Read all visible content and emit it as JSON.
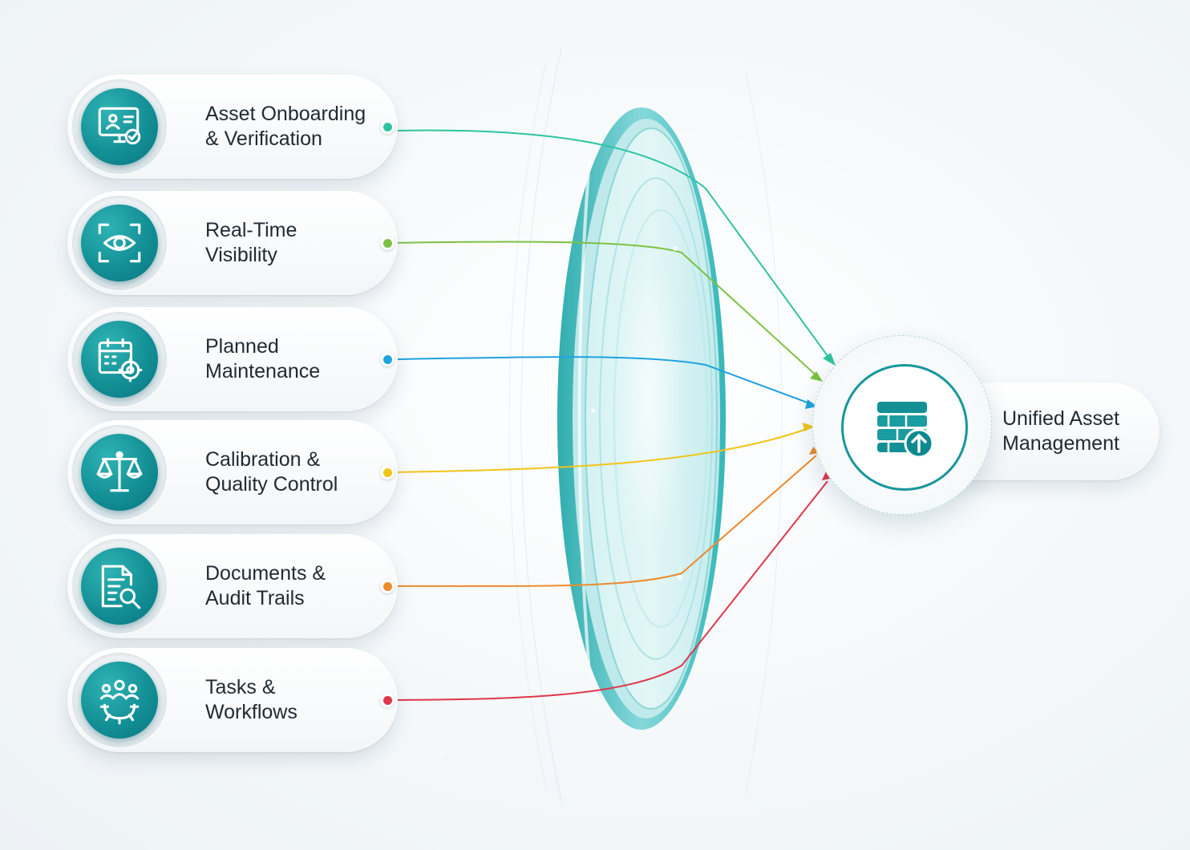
{
  "inputs": [
    {
      "label": "Asset Onboarding & Verification",
      "icon": "monitor-user-check-icon",
      "color": "#2ec4a0"
    },
    {
      "label": "Real-Time Visibility",
      "icon": "eye-scan-icon",
      "color": "#7cc242"
    },
    {
      "label": "Planned Maintenance",
      "icon": "calendar-gear-icon",
      "color": "#1ea3e0"
    },
    {
      "label": "Calibration & Quality Control",
      "icon": "balance-scale-icon",
      "color": "#f0c419"
    },
    {
      "label": "Documents & Audit Trails",
      "icon": "document-search-icon",
      "color": "#ee8a2b"
    },
    {
      "label": "Tasks & Workflows",
      "icon": "team-gear-icon",
      "color": "#e0374a"
    }
  ],
  "output": {
    "label": "Unified Asset Management",
    "icon": "database-upload-icon",
    "ring_color": "#17979c"
  },
  "lens": {
    "icon": "glass-lens",
    "color": "#2bb3b5"
  },
  "colors": {
    "icon_core": "#139096",
    "text": "#1f2a33",
    "background": "#f4f8fa"
  }
}
